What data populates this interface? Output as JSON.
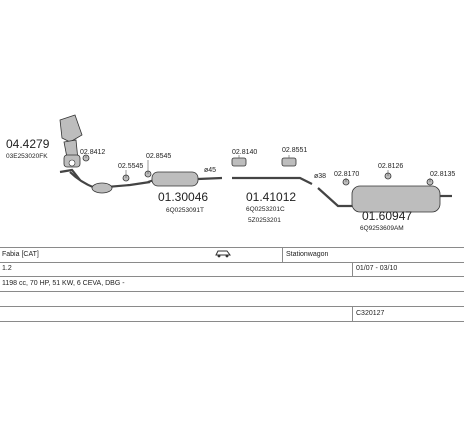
{
  "parts": [
    {
      "number": "04.4279",
      "oe": "03E253020FK"
    },
    {
      "number": "01.30046",
      "oe": "6Q0253091T"
    },
    {
      "number": "01.41012",
      "oe": "6Q0253201C",
      "oe2": "5Z0253201"
    },
    {
      "number": "01.60947",
      "oe": "6Q9253609AM"
    }
  ],
  "accessories": [
    "02.8412",
    "02.5545",
    "02.8545",
    "02.8140",
    "02.8551",
    "02.8170",
    "02.8126",
    "02.8135"
  ],
  "dimensions": [
    "ø45",
    "ø38"
  ],
  "table": {
    "model": "Fabia [CAT]",
    "body": "Stationwagon",
    "engine": "1.2",
    "years": "01/07 - 03/10",
    "spec": "1198 cc, 70 HP, 51 KW, 6 CEVA, DBG -",
    "code": "C320127"
  },
  "colors": {
    "part_fill": "#bdbdbd",
    "line": "#444444",
    "grid": "#8a8a8a"
  }
}
